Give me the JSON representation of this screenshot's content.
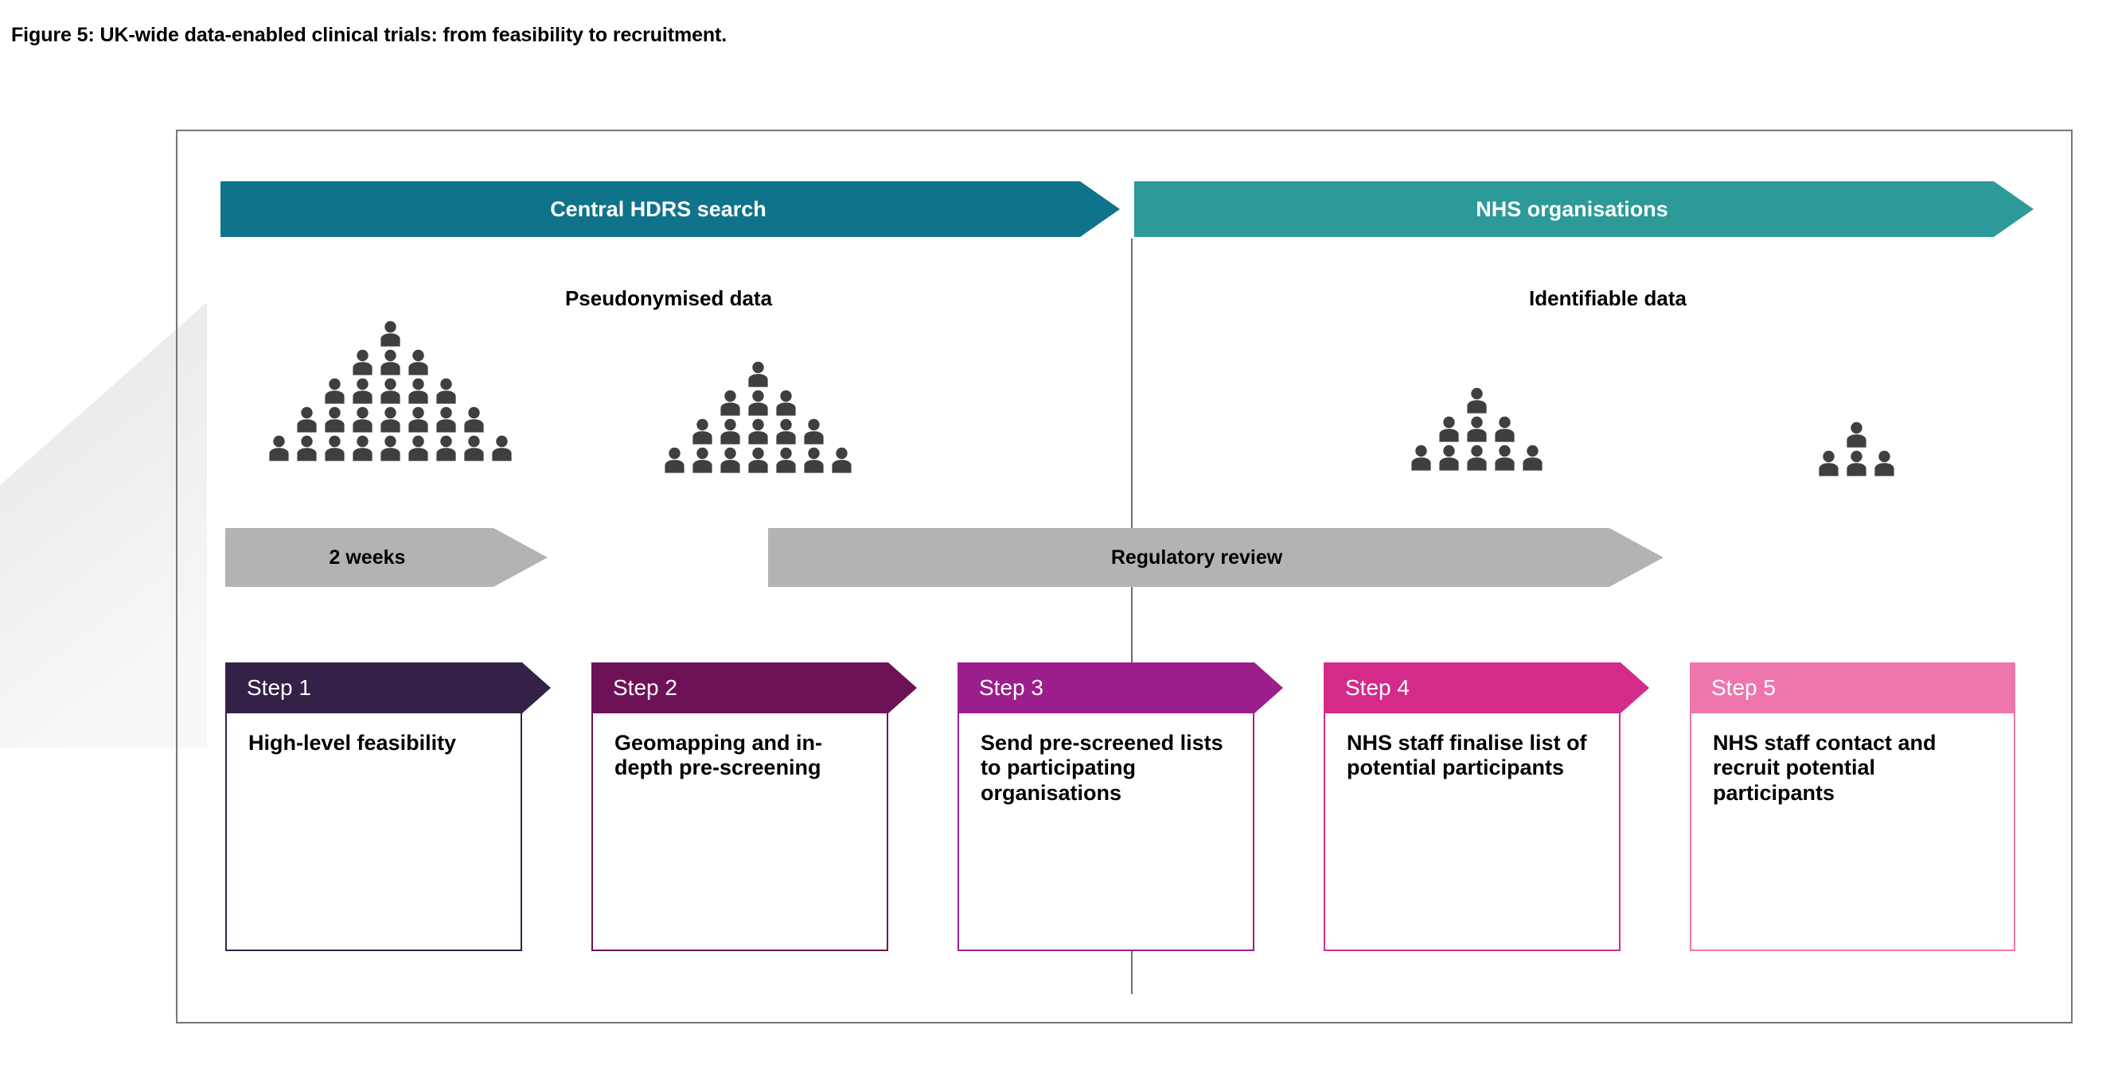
{
  "figure": {
    "caption": "Figure 5: UK-wide data-enabled clinical trials: from feasibility to recruitment."
  },
  "phases": [
    {
      "id": "central-hdrs-search",
      "label": "Central HDRS search",
      "color": "#10738C",
      "data_type_label": "Pseudonymised data"
    },
    {
      "id": "nhs-organisations",
      "label": "NHS organisations",
      "color": "#2B9A99",
      "data_type_label": "Identifiable data"
    }
  ],
  "data_type_labels": {
    "pseudonymised": "Pseudonymised data",
    "identifiable": "Identifiable data"
  },
  "people_groups": [
    {
      "id": "group-1",
      "rows": [
        1,
        3,
        5,
        7,
        9
      ],
      "total": 25,
      "icon": "person-icon",
      "color": "#3F3F3F"
    },
    {
      "id": "group-2",
      "rows": [
        1,
        3,
        5,
        7
      ],
      "total": 16,
      "icon": "person-icon",
      "color": "#3F3F3F"
    },
    {
      "id": "group-3",
      "rows": [
        1,
        3,
        5
      ],
      "total": 9,
      "icon": "person-icon",
      "color": "#3F3F3F"
    },
    {
      "id": "group-4",
      "rows": [
        1,
        3
      ],
      "total": 4,
      "icon": "person-icon",
      "color": "#3F3F3F"
    }
  ],
  "timing_arrows": [
    {
      "id": "two-weeks",
      "label": "2 weeks",
      "color": "#B3B3B3"
    },
    {
      "id": "regulatory-review",
      "label": "Regulatory review",
      "color": "#B3B3B3"
    }
  ],
  "steps": [
    {
      "id": "step-1",
      "header": "Step 1",
      "body": "High-level feasibility",
      "header_color": "#332147",
      "border_color": "#332147",
      "arrowed": true
    },
    {
      "id": "step-2",
      "header": "Step 2",
      "body": "Geomapping and in-depth pre-screening",
      "header_color": "#6E1257",
      "border_color": "#6E1257",
      "arrowed": true
    },
    {
      "id": "step-3",
      "header": "Step 3",
      "body": "Send pre-screened lists to participating organisations",
      "header_color": "#9B1E8C",
      "border_color": "#9B1E8C",
      "arrowed": true
    },
    {
      "id": "step-4",
      "header": "Step 4",
      "body": "NHS staff finalise list of potential participants",
      "header_color": "#D42A8A",
      "border_color": "#D42A8A",
      "arrowed": true
    },
    {
      "id": "step-5",
      "header": "Step 5",
      "body": "NHS staff contact and recruit potential participants",
      "header_color": "#EE76AC",
      "border_color": "#EE76AC",
      "arrowed": false
    }
  ],
  "colors": {
    "frame_border": "#767676",
    "divider": "#6E6E6E",
    "person": "#3F3F3F",
    "background": "#FFFFFF"
  }
}
